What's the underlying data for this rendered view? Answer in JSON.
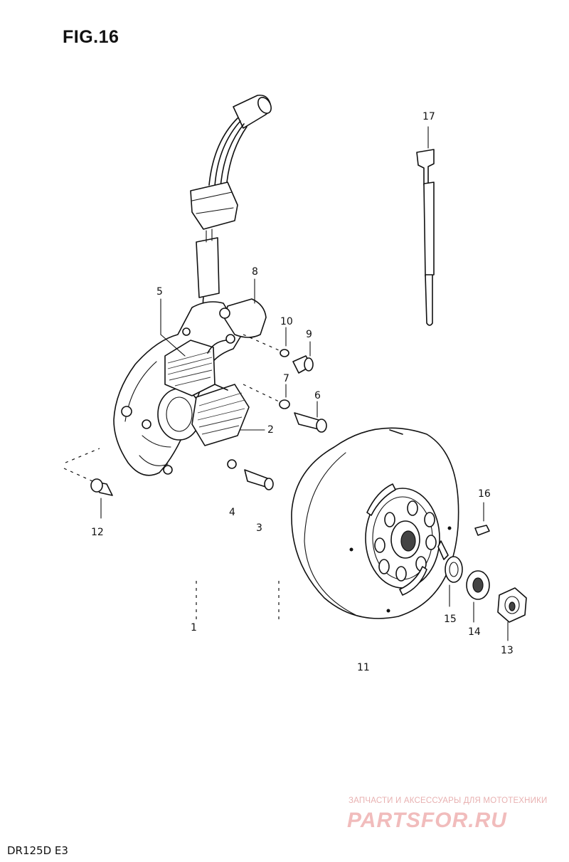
{
  "figure": {
    "title": "FIG.16",
    "model_code": "DR125D  E3"
  },
  "callouts": [
    {
      "id": "c1",
      "text": "1"
    },
    {
      "id": "c2",
      "text": "2"
    },
    {
      "id": "c3",
      "text": "3"
    },
    {
      "id": "c4",
      "text": "4"
    },
    {
      "id": "c5",
      "text": "5"
    },
    {
      "id": "c6",
      "text": "6"
    },
    {
      "id": "c7",
      "text": "7"
    },
    {
      "id": "c8",
      "text": "8"
    },
    {
      "id": "c9",
      "text": "9"
    },
    {
      "id": "c10",
      "text": "10"
    },
    {
      "id": "c11",
      "text": "11"
    },
    {
      "id": "c12",
      "text": "12"
    },
    {
      "id": "c13",
      "text": "13"
    },
    {
      "id": "c14",
      "text": "14"
    },
    {
      "id": "c15",
      "text": "15"
    },
    {
      "id": "c16",
      "text": "16"
    },
    {
      "id": "c17",
      "text": "17"
    }
  ],
  "watermark": {
    "subtitle": "ЗАПЧАСТИ И АКСЕССУАРЫ ДЛЯ МОТОТЕХНИКИ",
    "logo": "PARTSFOR.RU",
    "color": "#f0b5b5"
  }
}
